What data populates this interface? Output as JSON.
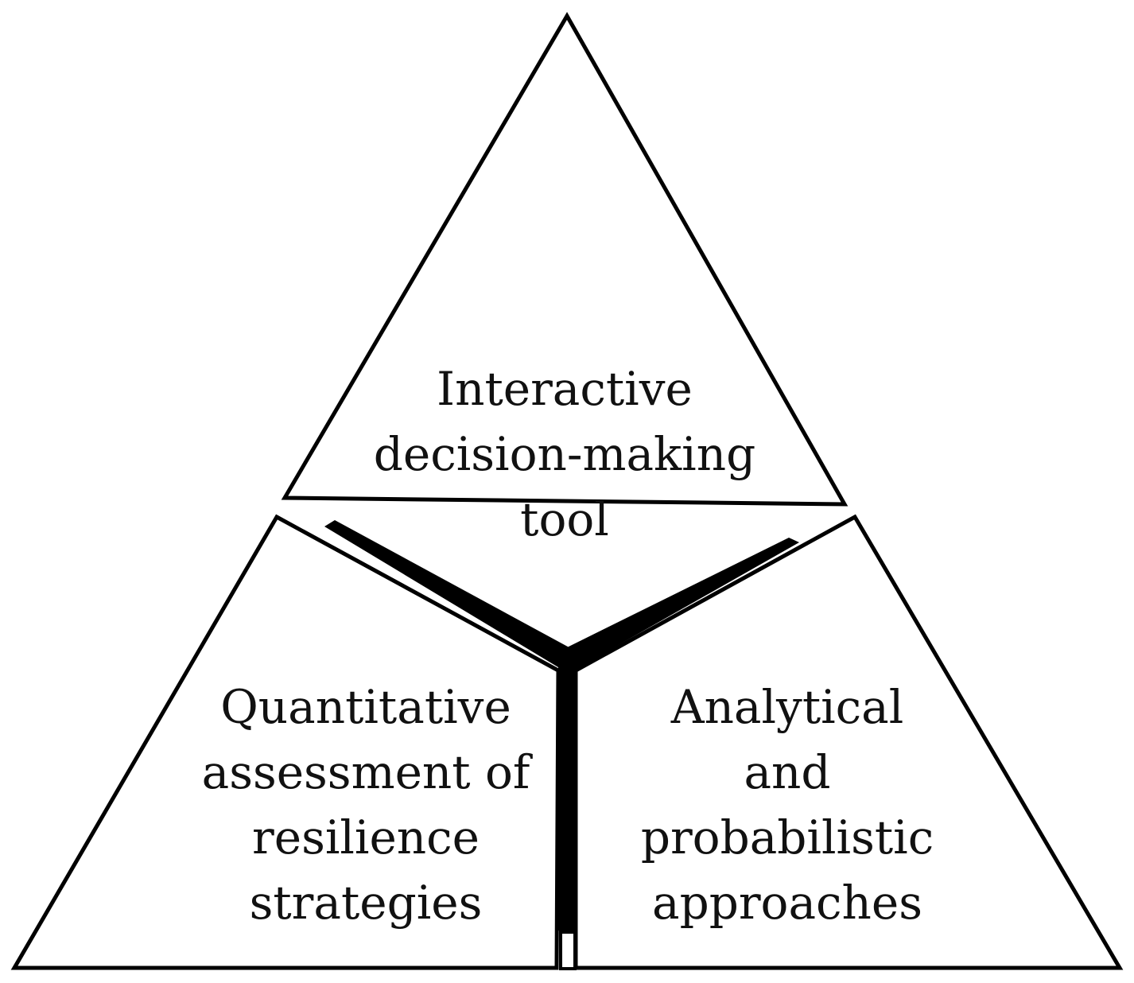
{
  "diagram": {
    "sections": [
      {
        "id": "top",
        "lines": [
          "Interactive",
          "decision-making",
          "tool"
        ]
      },
      {
        "id": "left",
        "lines": [
          "Quantitative",
          "assessment of",
          "resilience",
          "strategies"
        ]
      },
      {
        "id": "right",
        "lines": [
          "Analytical",
          "and",
          "probabilistic",
          "approaches"
        ]
      }
    ],
    "colors": {
      "stroke": "#000000",
      "fill": "#ffffff",
      "connector": "#000000",
      "text": "#111111"
    }
  }
}
